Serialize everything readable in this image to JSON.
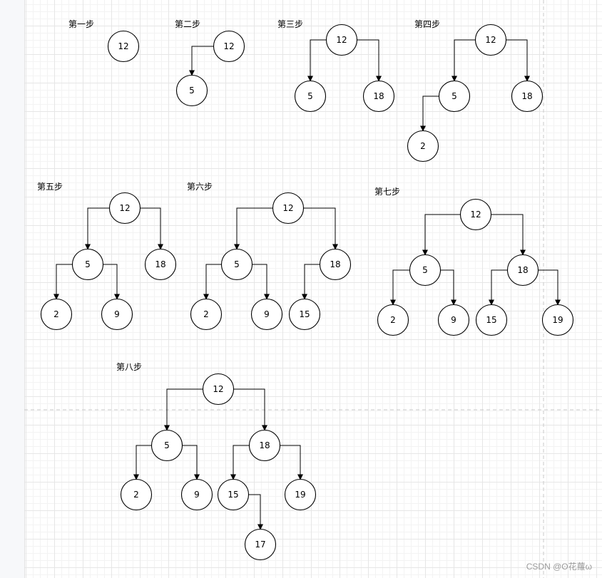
{
  "colors": {
    "background": "#ffffff",
    "grid_major": "#e6e6e6",
    "grid_minor": "#f3f3f3",
    "stroke": "#000000",
    "page_break": "#c8c8c8",
    "watermark": "#9a9a9a"
  },
  "watermark": "CSDN @ʘ花蘿ω",
  "steps": [
    {
      "title": "第一步",
      "nodes": [
        {
          "id": "n12",
          "label": "12"
        }
      ],
      "edges": []
    },
    {
      "title": "第二步",
      "nodes": [
        {
          "id": "n12",
          "label": "12"
        },
        {
          "id": "n5",
          "label": "5"
        }
      ],
      "edges": [
        {
          "from": "n12",
          "to": "n5",
          "side": "left"
        }
      ]
    },
    {
      "title": "第三步",
      "nodes": [
        {
          "id": "n12",
          "label": "12"
        },
        {
          "id": "n5",
          "label": "5"
        },
        {
          "id": "n18",
          "label": "18"
        }
      ],
      "edges": [
        {
          "from": "n12",
          "to": "n5",
          "side": "left"
        },
        {
          "from": "n12",
          "to": "n18",
          "side": "right"
        }
      ]
    },
    {
      "title": "第四步",
      "nodes": [
        {
          "id": "n12",
          "label": "12"
        },
        {
          "id": "n5",
          "label": "5"
        },
        {
          "id": "n18",
          "label": "18"
        },
        {
          "id": "n2",
          "label": "2"
        }
      ],
      "edges": [
        {
          "from": "n12",
          "to": "n5",
          "side": "left"
        },
        {
          "from": "n12",
          "to": "n18",
          "side": "right"
        },
        {
          "from": "n5",
          "to": "n2",
          "side": "left"
        }
      ]
    },
    {
      "title": "第五步",
      "nodes": [
        {
          "id": "n12",
          "label": "12"
        },
        {
          "id": "n5",
          "label": "5"
        },
        {
          "id": "n18",
          "label": "18"
        },
        {
          "id": "n2",
          "label": "2"
        },
        {
          "id": "n9",
          "label": "9"
        }
      ],
      "edges": [
        {
          "from": "n12",
          "to": "n5",
          "side": "left"
        },
        {
          "from": "n12",
          "to": "n18",
          "side": "right"
        },
        {
          "from": "n5",
          "to": "n2",
          "side": "left"
        },
        {
          "from": "n5",
          "to": "n9",
          "side": "right"
        }
      ]
    },
    {
      "title": "第六步",
      "nodes": [
        {
          "id": "n12",
          "label": "12"
        },
        {
          "id": "n5",
          "label": "5"
        },
        {
          "id": "n18",
          "label": "18"
        },
        {
          "id": "n2",
          "label": "2"
        },
        {
          "id": "n9",
          "label": "9"
        },
        {
          "id": "n15",
          "label": "15"
        }
      ],
      "edges": [
        {
          "from": "n12",
          "to": "n5",
          "side": "left"
        },
        {
          "from": "n12",
          "to": "n18",
          "side": "right"
        },
        {
          "from": "n5",
          "to": "n2",
          "side": "left"
        },
        {
          "from": "n5",
          "to": "n9",
          "side": "right"
        },
        {
          "from": "n18",
          "to": "n15",
          "side": "left"
        }
      ]
    },
    {
      "title": "第七步",
      "nodes": [
        {
          "id": "n12",
          "label": "12"
        },
        {
          "id": "n5",
          "label": "5"
        },
        {
          "id": "n18",
          "label": "18"
        },
        {
          "id": "n2",
          "label": "2"
        },
        {
          "id": "n9",
          "label": "9"
        },
        {
          "id": "n15",
          "label": "15"
        },
        {
          "id": "n19",
          "label": "19"
        }
      ],
      "edges": [
        {
          "from": "n12",
          "to": "n5",
          "side": "left"
        },
        {
          "from": "n12",
          "to": "n18",
          "side": "right"
        },
        {
          "from": "n5",
          "to": "n2",
          "side": "left"
        },
        {
          "from": "n5",
          "to": "n9",
          "side": "right"
        },
        {
          "from": "n18",
          "to": "n15",
          "side": "left"
        },
        {
          "from": "n18",
          "to": "n19",
          "side": "right"
        }
      ]
    },
    {
      "title": "第八步",
      "nodes": [
        {
          "id": "n12",
          "label": "12"
        },
        {
          "id": "n5",
          "label": "5"
        },
        {
          "id": "n18",
          "label": "18"
        },
        {
          "id": "n2",
          "label": "2"
        },
        {
          "id": "n9",
          "label": "9"
        },
        {
          "id": "n15",
          "label": "15"
        },
        {
          "id": "n19",
          "label": "19"
        },
        {
          "id": "n17",
          "label": "17"
        }
      ],
      "edges": [
        {
          "from": "n12",
          "to": "n5",
          "side": "left"
        },
        {
          "from": "n12",
          "to": "n18",
          "side": "right"
        },
        {
          "from": "n5",
          "to": "n2",
          "side": "left"
        },
        {
          "from": "n5",
          "to": "n9",
          "side": "right"
        },
        {
          "from": "n18",
          "to": "n15",
          "side": "left"
        },
        {
          "from": "n18",
          "to": "n19",
          "side": "right"
        },
        {
          "from": "n15",
          "to": "n17",
          "side": "right"
        }
      ]
    }
  ]
}
